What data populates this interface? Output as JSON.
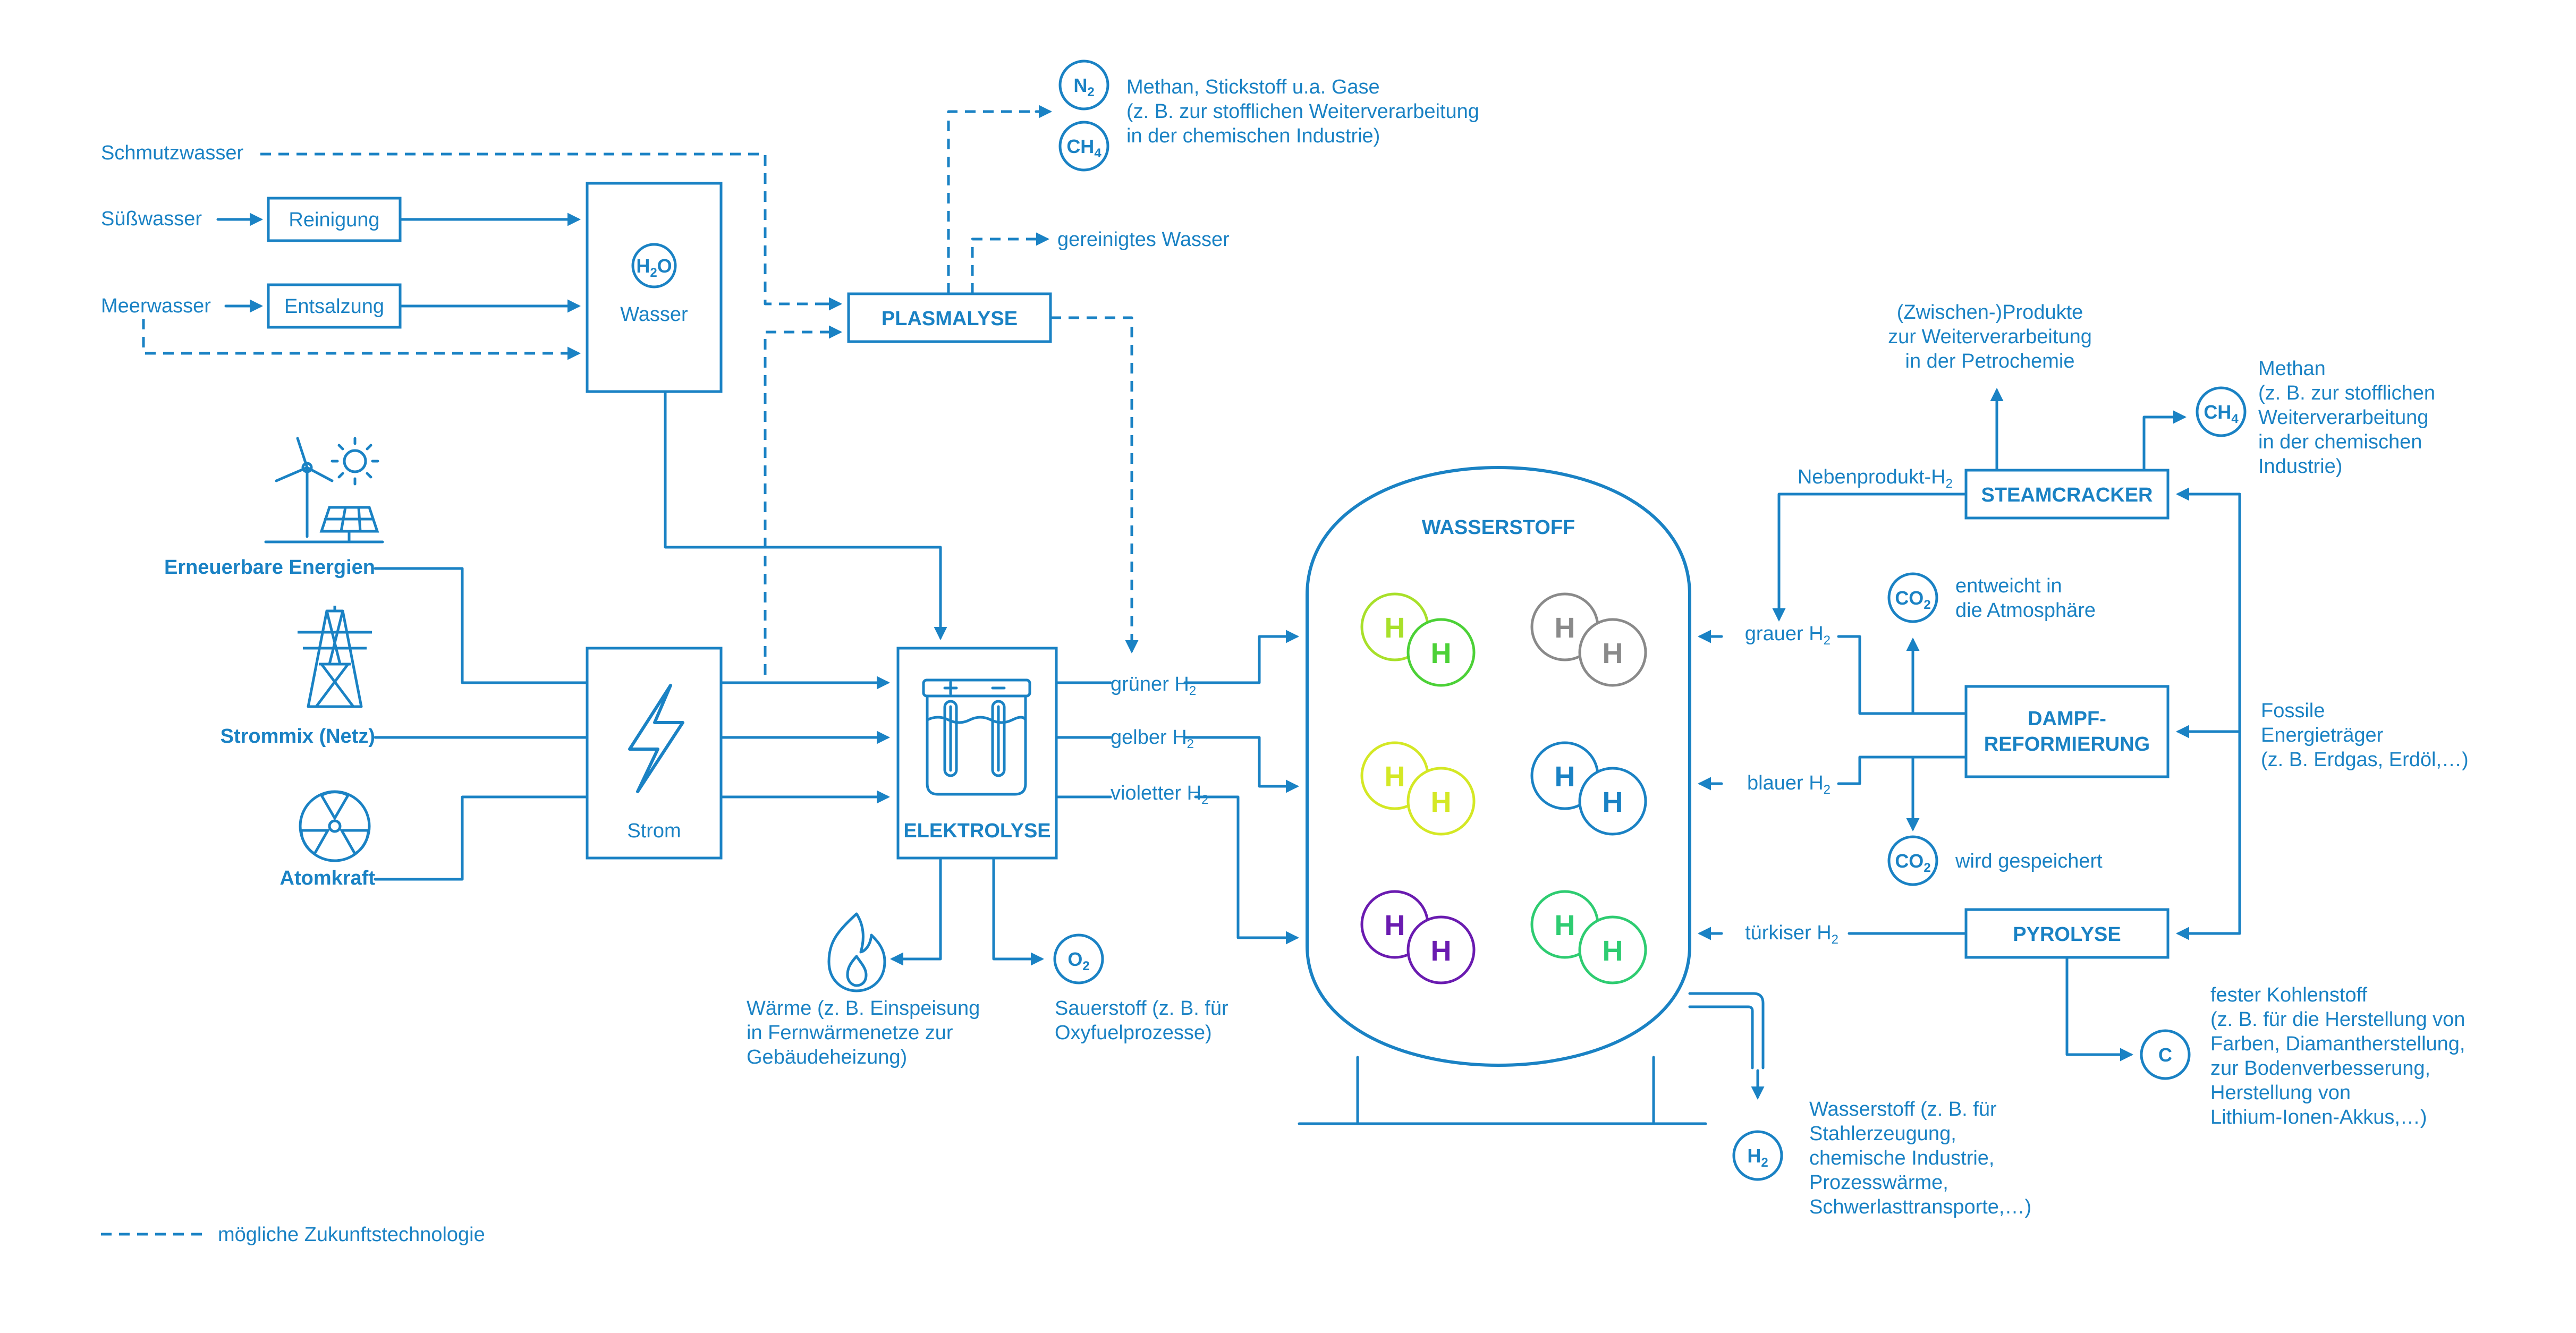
{
  "inputs": {
    "schmutzwasser": "Schmutzwasser",
    "suesswasser": "Süßwasser",
    "meerwasser": "Meerwasser"
  },
  "boxes": {
    "reinigung": "Reinigung",
    "entsalzung": "Entsalzung",
    "wasser": "Wasser",
    "h2o_main": "H",
    "h2o_sub": "2",
    "h2o_tail": "O",
    "plasmalyse": "PLASMALYSE",
    "strom": "Strom",
    "elektrolyse": "ELEKTROLYSE",
    "wasserstoff": "WASSERSTOFF",
    "steamcracker": "STEAMCRACKER",
    "dampf1": "DAMPF-",
    "dampf2": "REFORMIERUNG",
    "pyrolyse": "PYROLYSE"
  },
  "energy": {
    "erneuerbar": "Erneuerbare Energien",
    "strommix": "Strommix (Netz)",
    "atomkraft": "Atomkraft"
  },
  "plasmalyse_outputs": {
    "n2_main": "N",
    "n2_sub": "2",
    "ch4_main": "CH",
    "ch4_sub": "4",
    "gase_line1": "Methan, Stickstoff u.a. Gase",
    "gase_line2": "(z. B. zur stofflichen Weiterverarbeitung",
    "gase_line3": "in der chemischen Industrie)",
    "wasser": "gereinigtes Wasser"
  },
  "hydrogen_types": {
    "gruen": "grüner H",
    "gelb": "gelber H",
    "violett": "violetter H",
    "grau": "grauer H",
    "blau": "blauer H",
    "tuerkis": "türkiser H",
    "sub": "2",
    "atom": "H"
  },
  "elektrolyse_outputs": {
    "waerme1": "Wärme (z. B. Einspeisung",
    "waerme2": "in Fernwärmenetze zur",
    "waerme3": "Gebäudeheizung)",
    "o2_main": "O",
    "o2_sub": "2",
    "sauer1": "Sauerstoff (z. B. für",
    "sauer2": "Oxyfuelprozesse)"
  },
  "tank_output": {
    "h2_main": "H",
    "h2_sub": "2",
    "l1": "Wasserstoff (z. B. für",
    "l2": "Stahlerzeugung,",
    "l3": "chemische Industrie,",
    "l4": "Prozesswärme,",
    "l5": "Schwerlasttransporte,…)"
  },
  "right_side": {
    "produkte1": "(Zwischen-)Produkte",
    "produkte2": "zur Weiterverarbeitung",
    "produkte3": "in der Petrochemie",
    "methan1": "Methan",
    "methan2": "(z. B. zur stofflichen",
    "methan3": "Weiterverarbeitung",
    "methan4": "in der chemischen",
    "methan5": "Industrie)",
    "ch4_main": "CH",
    "ch4_sub": "4",
    "nebenprodukt": "Nebenprodukt-H",
    "nebenprodukt_sub": "2",
    "co2_main": "CO",
    "co2_sub": "2",
    "entweicht1": "entweicht in",
    "entweicht2": "die Atmosphäre",
    "gespeichert": "wird gespeichert",
    "fossil1": "Fossile",
    "fossil2": "Energieträger",
    "fossil3": "(z. B. Erdgas, Erdöl,…)",
    "c_label": "C",
    "kohle1": "fester Kohlenstoff",
    "kohle2": "(z. B. für die Herstellung von",
    "kohle3": "Farben, Diamantherstellung,",
    "kohle4": "zur Bodenverbesserung,",
    "kohle5": "Herstellung von",
    "kohle6": "Lithium-Ionen-Akkus,…)"
  },
  "legend": {
    "text": "mögliche Zukunftstechnologie"
  },
  "colors": {
    "primary": "#1a82c4",
    "green": "#4cd137",
    "green_light": "#a8e02a",
    "yellow": "#d4e825",
    "grey": "#8a8a8a",
    "blue": "#1a82c4",
    "purple": "#6a1bb0",
    "turquoise": "#2ecc71"
  }
}
